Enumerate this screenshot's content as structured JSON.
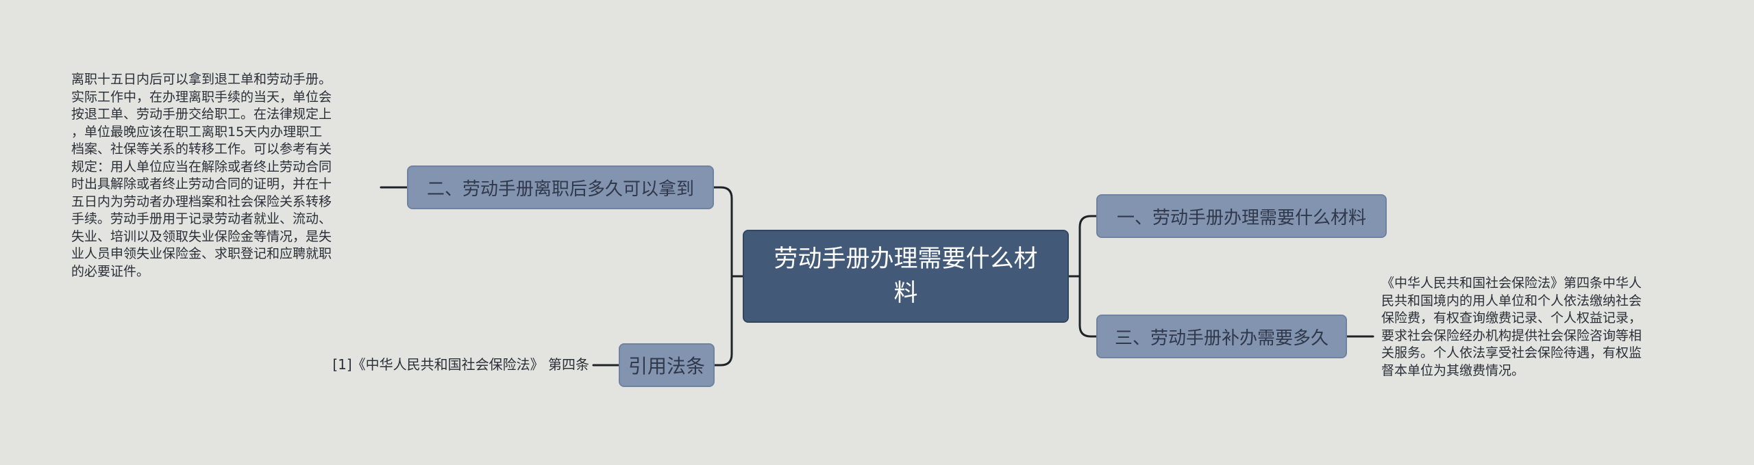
{
  "mindmap": {
    "root": {
      "label": "劳动手册办理需要什么材料"
    },
    "left": [
      {
        "label": "二、劳动手册离职后多久可以拿到",
        "note": "离职十五日内后可以拿到退工单和劳动手册。\n实际工作中，在办理离职手续的当天，单位会\n按退工单、劳动手册交给职工。在法律规定上\n，单位最晚应该在职工离职15天内办理职工\n档案、社保等关系的转移工作。可以参考有关\n规定：用人单位应当在解除或者终止劳动合同\n时出具解除或者终止劳动合同的证明，并在十\n五日内为劳动者办理档案和社会保险关系转移\n手续。劳动手册用于记录劳动者就业、流动、\n失业、培训以及领取失业保险金等情况，是失\n业人员申领失业保险金、求职登记和应聘就职\n的必要证件。"
      },
      {
        "label": "引用法条",
        "note": "[1]《中华人民共和国社会保险法》 第四条"
      }
    ],
    "right": [
      {
        "label": "一、劳动手册办理需要什么材料"
      },
      {
        "label": "三、劳动手册补办需要多久",
        "note": "《中华人民共和国社会保险法》第四条中华人\n民共和国境内的用人单位和个人依法缴纳社会\n保险费，有权查询缴费记录、个人权益记录，\n要求社会保险经办机构提供社会保险咨询等相\n关服务。个人依法享受社会保险待遇，有权监\n督本单位为其缴费情况。"
      }
    ]
  },
  "colors": {
    "background": "#e3e3e0",
    "root_fill": "#435978",
    "topic_fill": "#8294b0",
    "connector": "#1f2226"
  }
}
